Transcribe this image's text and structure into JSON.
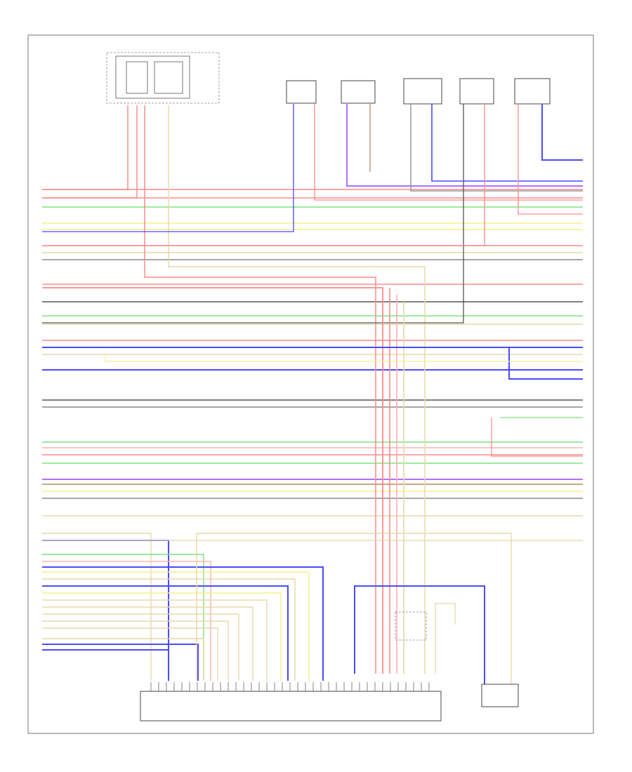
{
  "diagram": {
    "footer_code": "",
    "main_module": {
      "label_line1": "",
      "label_line2": ""
    },
    "right_module": {
      "label": ""
    },
    "fuse_box": {
      "label": ""
    },
    "connectors": [
      {
        "id": "c1",
        "label": ""
      },
      {
        "id": "c2",
        "label": ""
      },
      {
        "id": "c3",
        "label": ""
      },
      {
        "id": "c4",
        "label": ""
      },
      {
        "id": "c5",
        "label": ""
      }
    ],
    "relay_small": {
      "label": ""
    },
    "colors": {
      "red": "#ff8a8a",
      "green": "#7ee07e",
      "yellow": "#f3f08a",
      "blue": "#4a4aff",
      "violet": "#b070ff",
      "brown": "#b58a5a",
      "gray": "#888888",
      "black": "#555555",
      "tan": "#e8d8a8",
      "pink": "#ffb0b0"
    }
  }
}
